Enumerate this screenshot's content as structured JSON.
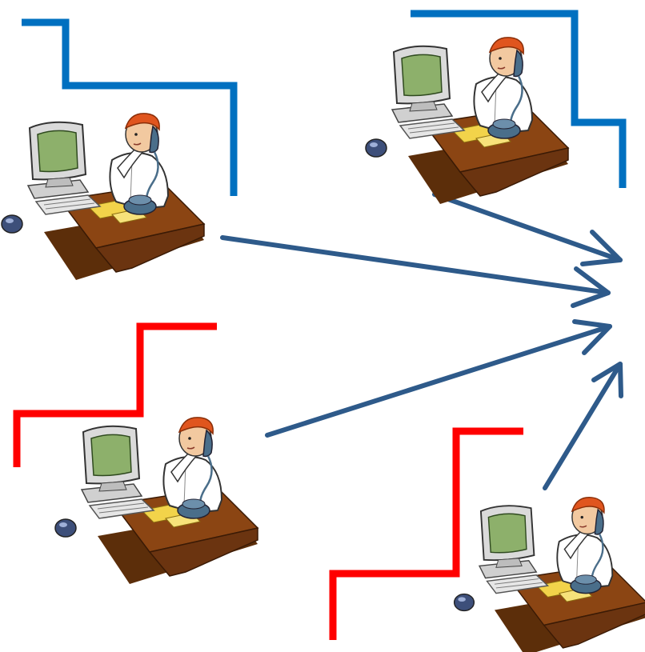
{
  "colors": {
    "blue_line": "#0070C0",
    "red_line": "#FF0000",
    "arrow": "#2E5A8A",
    "desk": "#8B4513",
    "desk_dark": "#5C2E0A",
    "monitor_screen": "#8DB06B",
    "monitor_case": "#DADADA",
    "phone": "#4A6E8A",
    "hair": "#E0551E",
    "shirt": "#FFFFFF",
    "papers": "#F2D34A"
  },
  "diagram": {
    "nodes": [
      {
        "id": "worker-top-left",
        "icon": "computer-worker-icon",
        "stair_color": "blue"
      },
      {
        "id": "worker-top-right",
        "icon": "computer-worker-icon",
        "stair_color": "blue"
      },
      {
        "id": "worker-bottom-left",
        "icon": "computer-worker-icon",
        "stair_color": "red"
      },
      {
        "id": "worker-bottom-right",
        "icon": "computer-worker-icon",
        "stair_color": "red"
      }
    ],
    "edges": [
      {
        "from": "worker-top-left",
        "to": "target"
      },
      {
        "from": "worker-top-right",
        "to": "target"
      },
      {
        "from": "worker-bottom-left",
        "to": "target"
      },
      {
        "from": "worker-bottom-right",
        "to": "target"
      }
    ]
  }
}
